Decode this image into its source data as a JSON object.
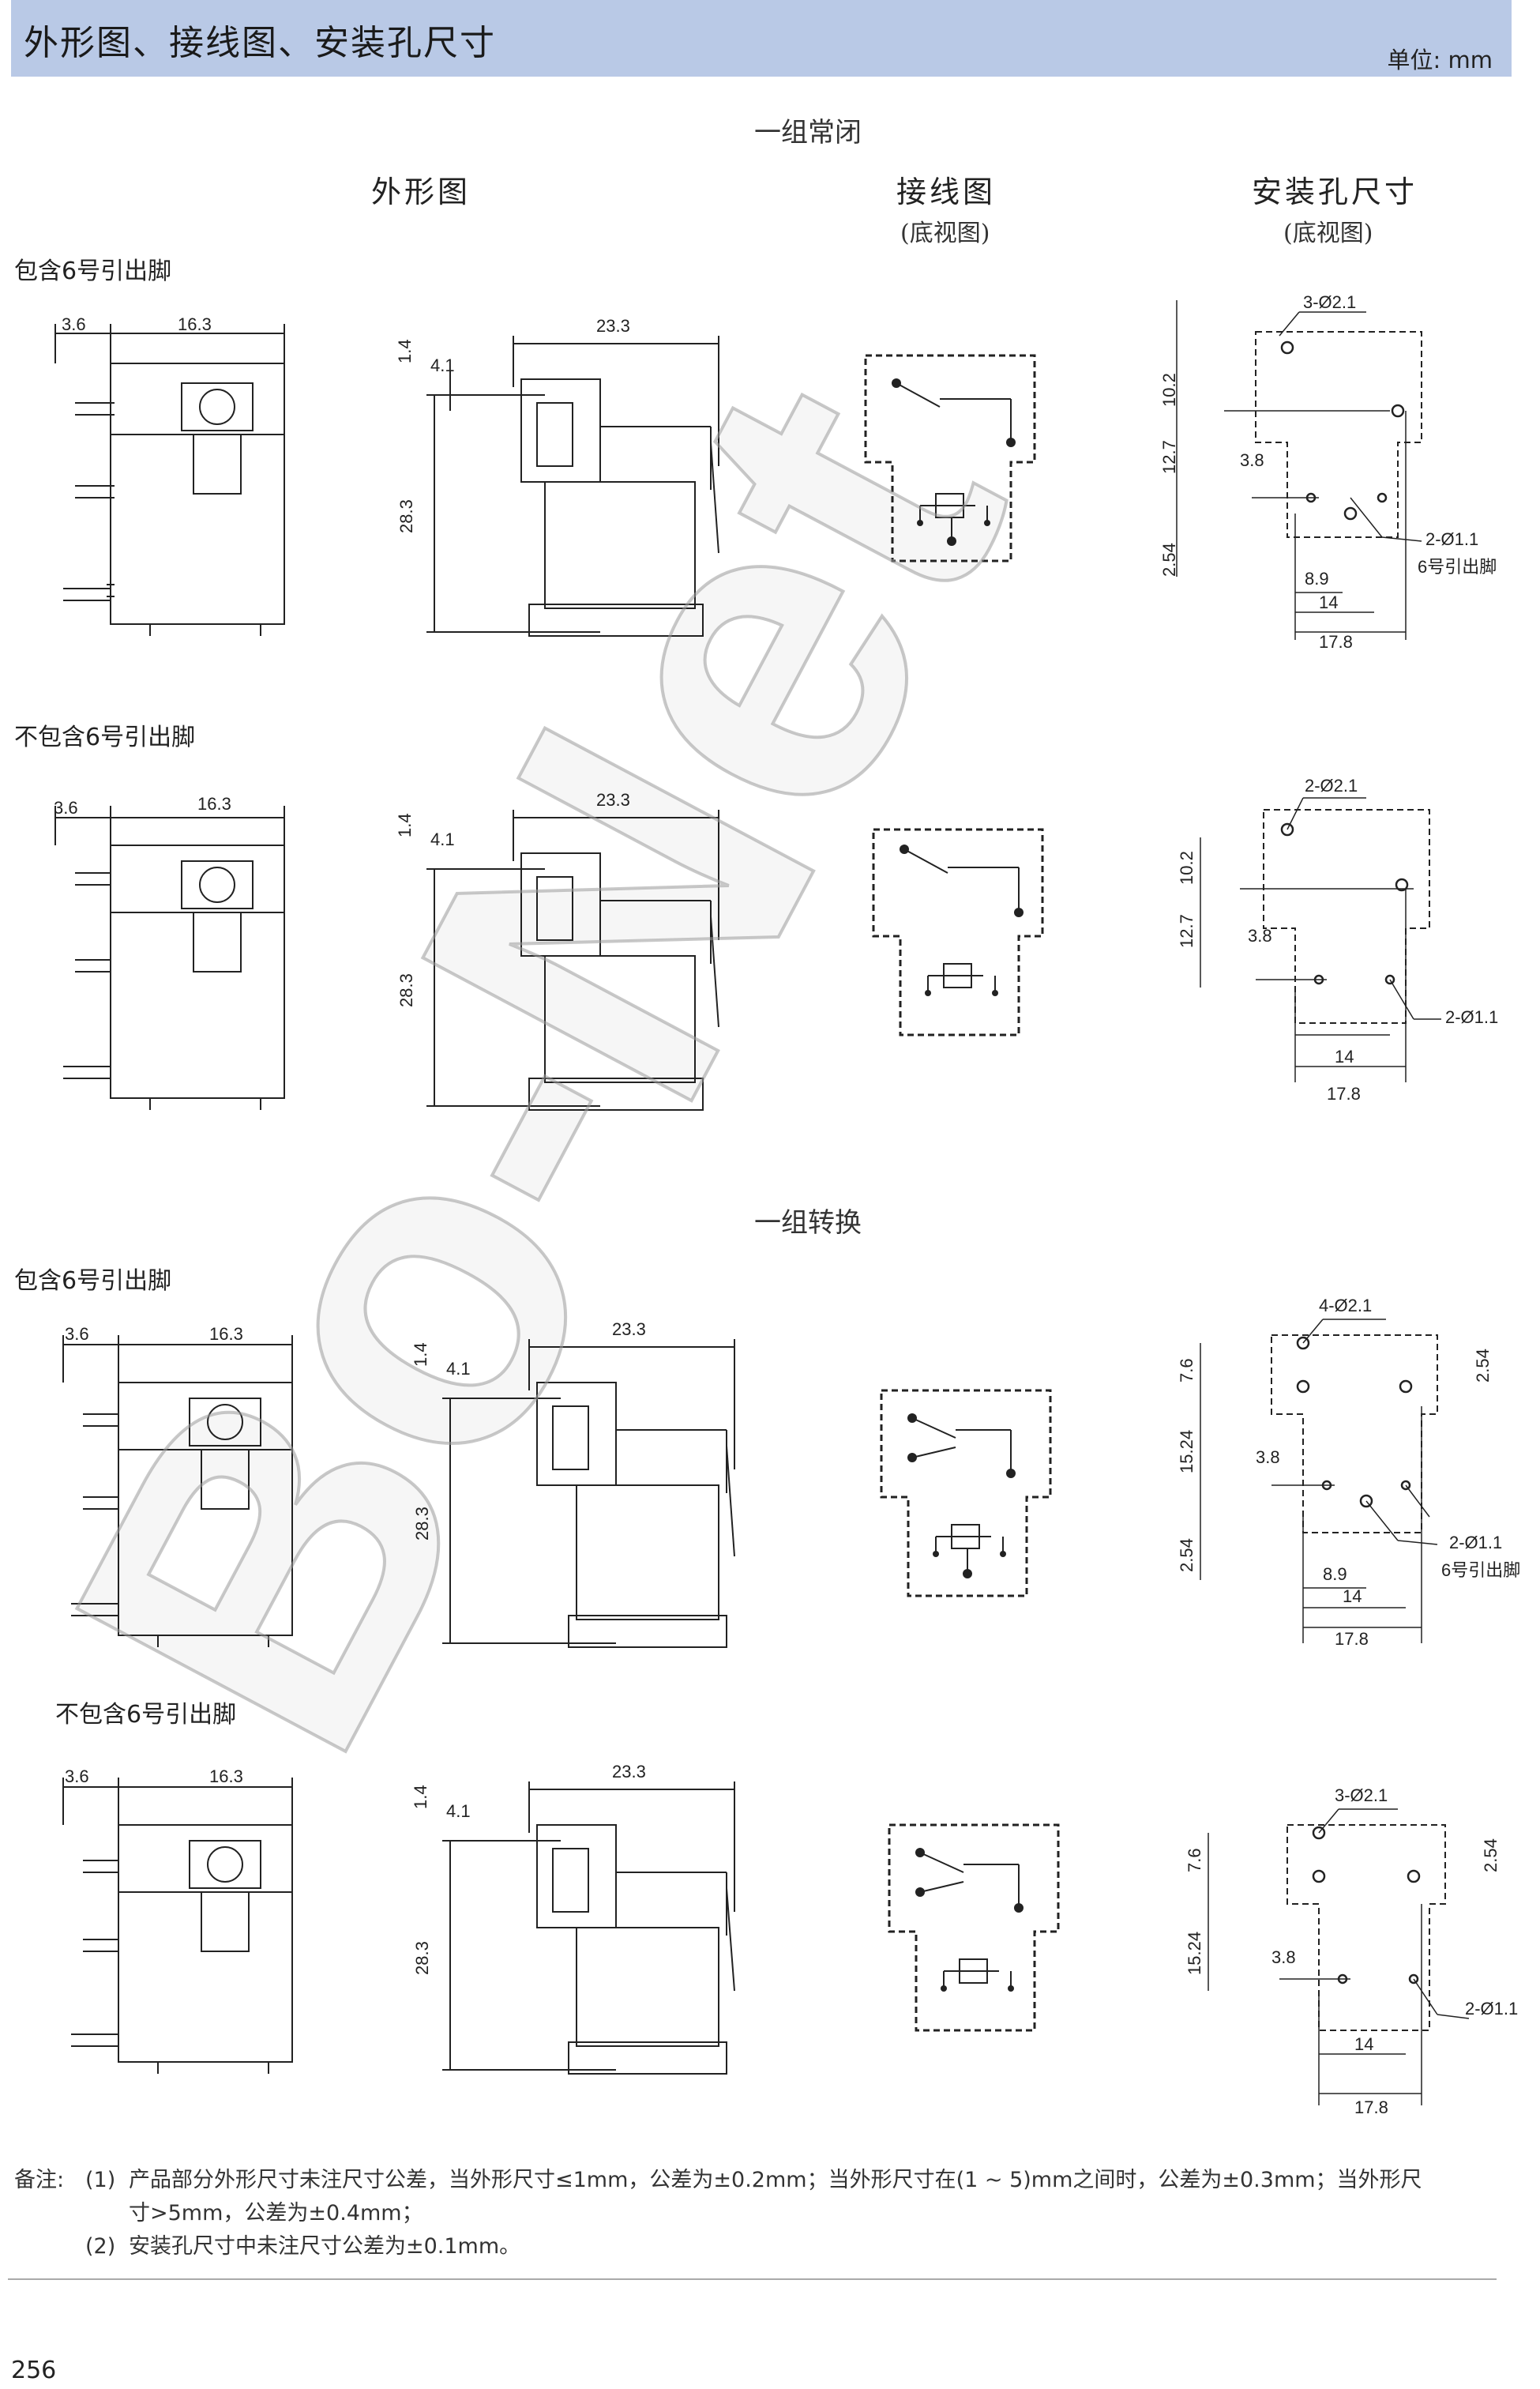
{
  "header": {
    "title": "外形图、接线图、安装孔尺寸",
    "unit": "单位: mm"
  },
  "sections": [
    {
      "title": "一组常闭",
      "rows": [
        {
          "label": "包含6号引出脚"
        },
        {
          "label": "不包含6号引出脚"
        }
      ]
    },
    {
      "title": "一组转换",
      "rows": [
        {
          "label": "包含6号引出脚"
        },
        {
          "label": "不包含6号引出脚"
        }
      ]
    }
  ],
  "columns": {
    "outline": "外形图",
    "wiring": "接线图",
    "wiring_sub": "(底视图)",
    "holes": "安装孔尺寸",
    "holes_sub": "(底视图)"
  },
  "dims": {
    "side_a": "3.6",
    "side_b": "16.3",
    "front_w": "23.3",
    "front_t": "1.4",
    "front_s": "4.1",
    "front_h": "28.3",
    "h_10_2": "10.2",
    "h_12_7": "12.7",
    "h_2_54": "2.54",
    "h_3_8": "3.8",
    "h_8_9": "8.9",
    "h_14": "14",
    "h_17_8": "17.8",
    "h_7_6": "7.6",
    "h_15_24": "15.24",
    "holes_3": "3-Ø2.1",
    "holes_2": "2-Ø2.1",
    "holes_4": "4-Ø2.1",
    "pins_2": "2-Ø1.1",
    "pin6": "6号引出脚"
  },
  "notes": {
    "prefix": "备注:",
    "n1_num": "(1)",
    "n1_a": "产品部分外形尺寸未注尺寸公差，当外形尺寸≤1mm，公差为±0.2mm；当外形尺寸在(1 ~ 5)mm之间时，公差为±0.3mm；当外形尺",
    "n1_b": "寸>5mm，公差为±0.4mm；",
    "n2_num": "(2)",
    "n2": "安装孔尺寸中未注尺寸公差为±0.1mm。"
  },
  "watermark": "Bo-Net",
  "page_number": "256"
}
